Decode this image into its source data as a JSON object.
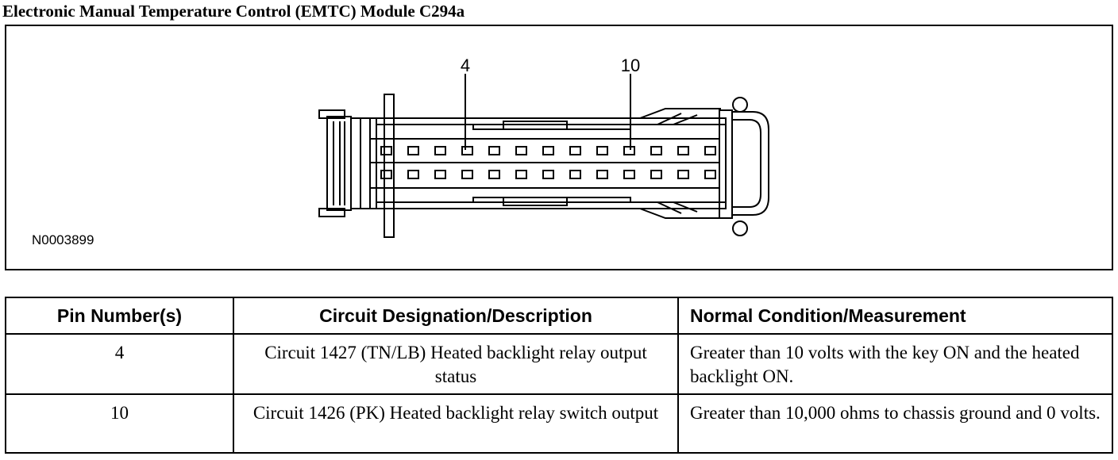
{
  "title": "Electronic Manual Temperature Control (EMTC) Module C294a",
  "figure": {
    "id": "N0003899",
    "pin_callouts": [
      "4",
      "10"
    ]
  },
  "table": {
    "headers": [
      "Pin Number(s)",
      "Circuit Designation/Description",
      "Normal Condition/Measurement"
    ],
    "rows": [
      {
        "pin": "4",
        "circuit": "Circuit 1427 (TN/LB) Heated backlight relay output status",
        "condition": "Greater than 10 volts with the key ON and the heated backlight ON."
      },
      {
        "pin": "10",
        "circuit": "Circuit 1426 (PK) Heated backlight relay switch output",
        "condition": "Greater than 10,000 ohms to chassis ground and 0 volts."
      }
    ]
  }
}
